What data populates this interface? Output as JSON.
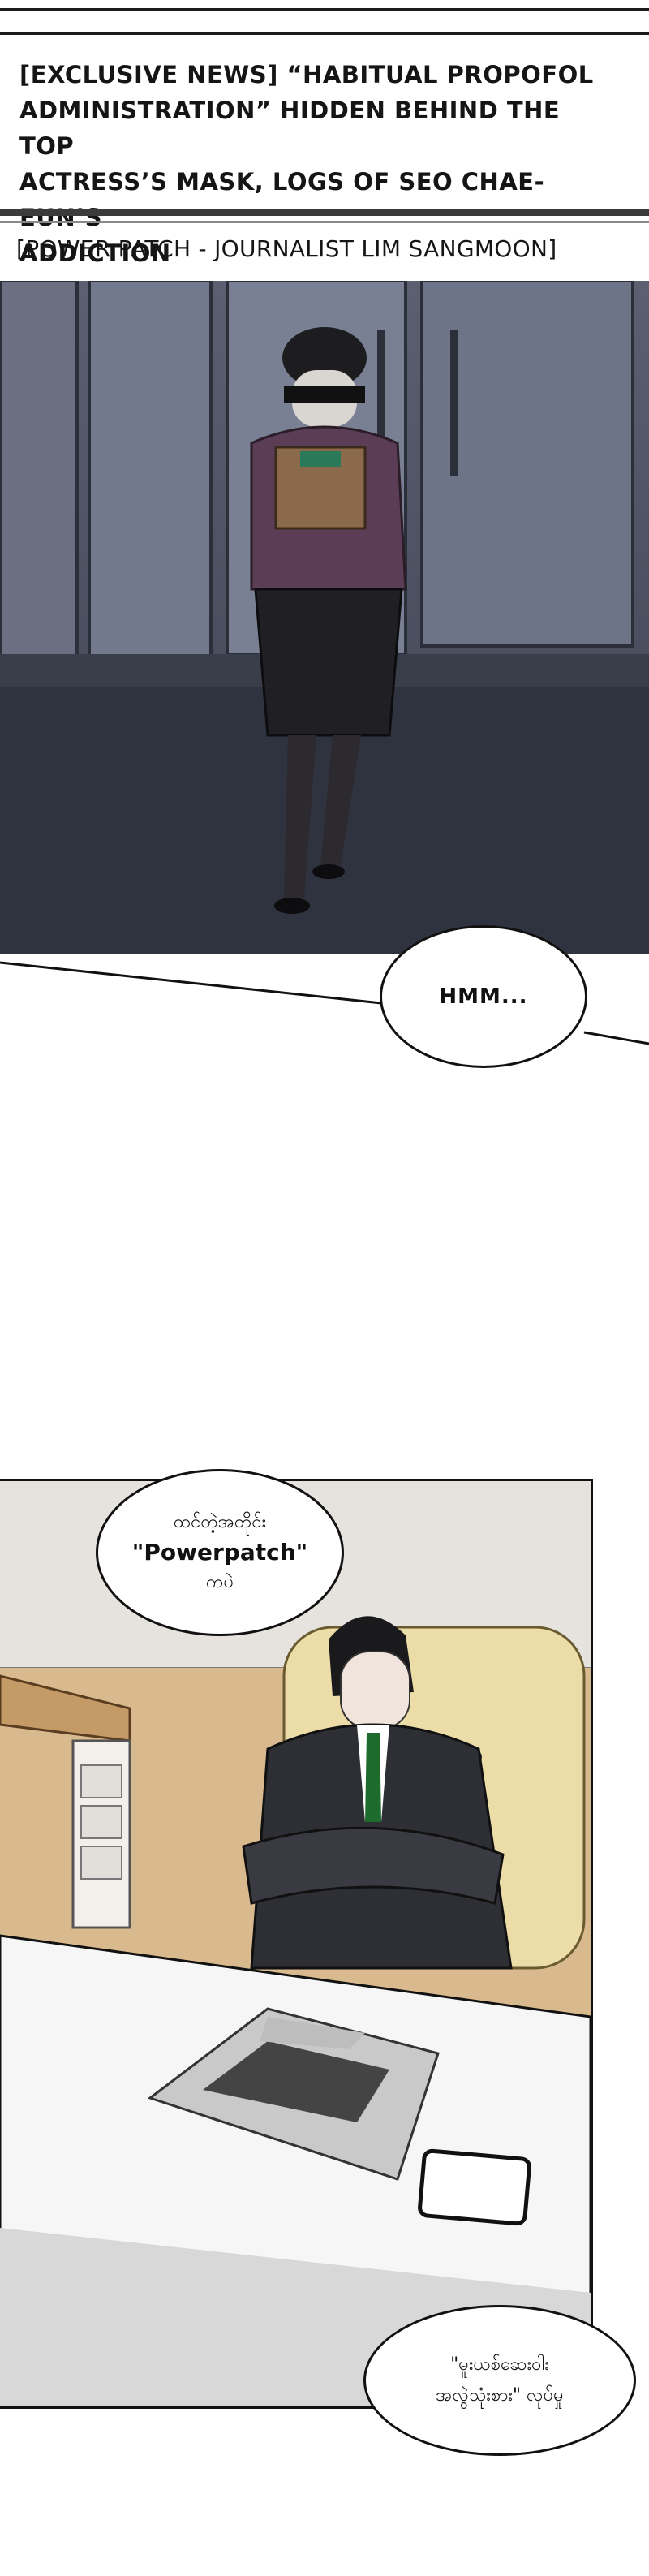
{
  "article": {
    "headline_lines": [
      "[EXCLUSIVE NEWS] “HABITUAL PROPOFOL",
      "ADMINISTRATION” HIDDEN BEHIND THE TOP",
      "ACTRESS’S MASK, LOGS OF SEO CHAE-EUN’S",
      "ADDICTION"
    ],
    "byline": "[POWER PATCH - JOURNALIST LIM SANGMOON]"
  },
  "bubbles": {
    "hmm": "HMM...",
    "powerpatch_line1": "ထင်တဲ့အတိုင်း",
    "powerpatch_line2": "\"Powerpatch\"",
    "powerpatch_line3": "ကပဲ",
    "bottom_line1": "\"မူးယစ်ဆေးဝါး",
    "bottom_line2": "အလွဲသုံးစား\" လုပ်မှု"
  },
  "colors": {
    "ink": "#111111",
    "night_panel": "#4a4f5e",
    "office_wall": "#efeae3",
    "tie_green": "#1e6b2e"
  }
}
